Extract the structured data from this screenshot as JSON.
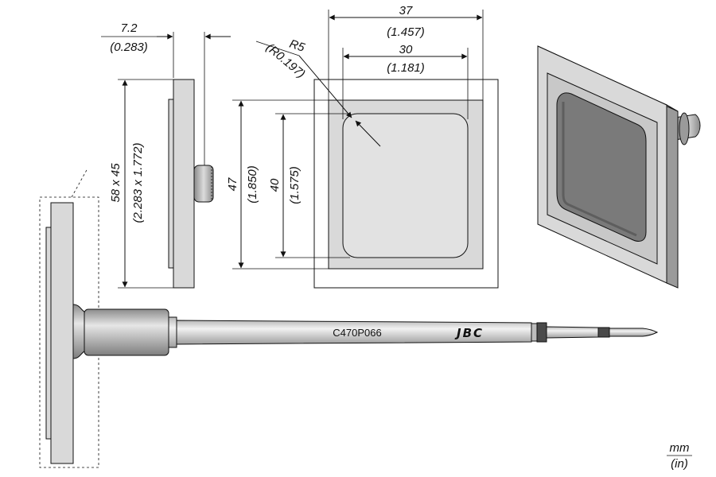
{
  "part_number": "C470P066",
  "brand": "JBC",
  "units": {
    "primary": "mm",
    "secondary": "(in)"
  },
  "dimensions": {
    "thickness": {
      "mm": "7.2",
      "in": "(0.283)"
    },
    "body_size": {
      "mm": "58 x 45",
      "in": "(2.283 x 1.772)"
    },
    "outer_height": {
      "mm": "47",
      "in": "(1.850)"
    },
    "inner_height": {
      "mm": "40",
      "in": "(1.575)"
    },
    "outer_width": {
      "mm": "37",
      "in": "(1.457)"
    },
    "inner_width": {
      "mm": "30",
      "in": "(1.181)"
    },
    "radius": {
      "mm": "R5",
      "in": "(R0.197)"
    }
  },
  "colors": {
    "plate": "#d9d9d9",
    "plate_dark": "#9a9a9a",
    "window": "#7a7a7a",
    "line": "#111111"
  }
}
